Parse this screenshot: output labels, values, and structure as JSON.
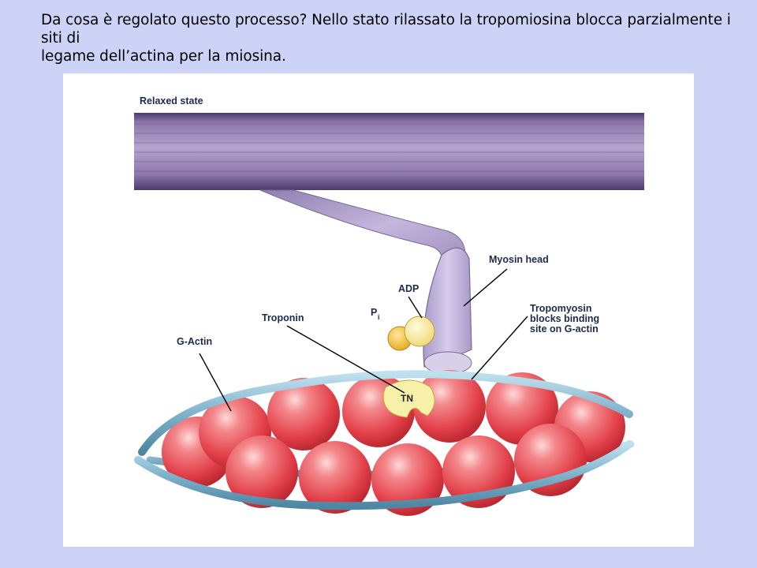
{
  "slide": {
    "title_line1": "Da cosa è regolato questo processo? Nello stato rilassato la tropomiosina blocca parzialmente i siti di",
    "title_line2": "legame dell’actina  per la miosina."
  },
  "figure": {
    "state_title": "Relaxed state",
    "labels": {
      "myosin_head": "Myosin head",
      "adp": "ADP",
      "pi_main": "P",
      "pi_sub": "i",
      "troponin": "Troponin",
      "g_actin": "G-Actin",
      "tropomyosin_line1": "Tropomyosin",
      "tropomyosin_line2": "blocks binding",
      "tropomyosin_line3": "site on G-actin",
      "tn": "TN"
    },
    "colors": {
      "background": "#ccd3f7",
      "thick_filament": "#9b84b8",
      "myosin_head": "#c9bce0",
      "actin": "#e8424e",
      "tropomyosin": "#7fb3cc",
      "adp": "#f7e99a",
      "pi": "#f0c040",
      "troponin": "#f7f0a8"
    }
  }
}
